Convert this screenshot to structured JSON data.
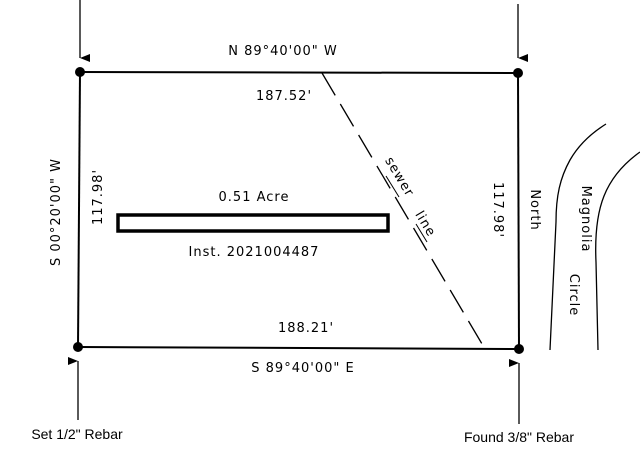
{
  "bearings": {
    "north": "N 89°40'00\" W",
    "south": "S 89°40'00\" E",
    "west": "S 00°20'00\" W",
    "east": "North"
  },
  "distances": {
    "north": "187.52'",
    "south": "188.21'",
    "west": "117.98'",
    "east": "117.98'"
  },
  "parcel": {
    "area": "0.51 Acre",
    "instrument": "Inst. 2021004487"
  },
  "utilities": {
    "sewer_label_1": "sewer",
    "sewer_label_2": "line"
  },
  "street": {
    "name_1": "Magnolia",
    "name_2": "Circle"
  },
  "monuments": {
    "set": "Set 1/2\" Rebar",
    "found": "Found 3/8\" Rebar"
  }
}
